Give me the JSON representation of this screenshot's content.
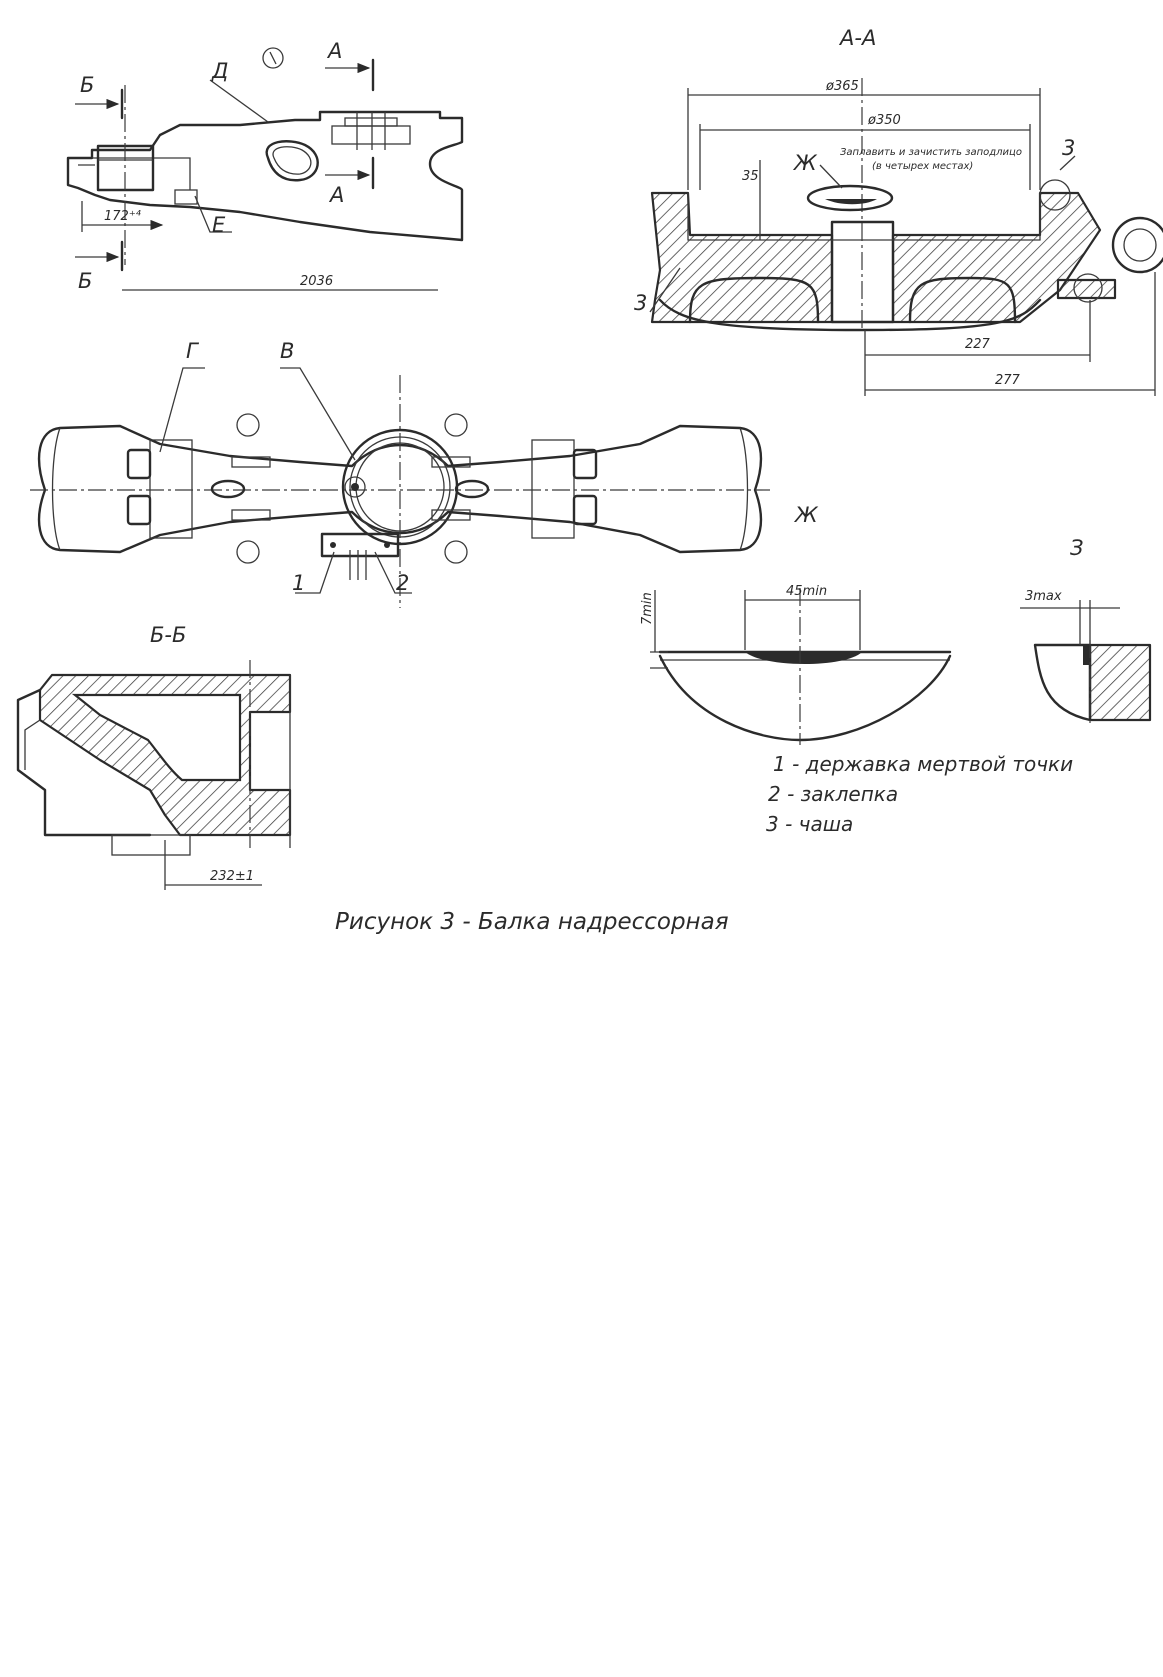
{
  "caption": "Рисунок 3 - Балка надрессорная",
  "legend": [
    "1 - державка мертвой точки",
    "2 - заклепка",
    "3 - чаша"
  ],
  "view_labels": {
    "section_aa": "А-А",
    "section_bb": "Б-Б",
    "detail_zh": "Ж",
    "detail_z": "З"
  },
  "side_view": {
    "label_b_top": "Б",
    "label_b_bottom": "Б",
    "label_a_top": "А",
    "label_a_bottom": "А",
    "label_d": "Д",
    "label_e": "Е",
    "dim_172": "172⁺⁴",
    "dim_2036": "2036"
  },
  "plan_view": {
    "label_g": "Г",
    "label_v": "В",
    "label_1": "1",
    "label_2": "2"
  },
  "section_aa": {
    "dim_365": "ø365",
    "dim_350": "ø350",
    "dim_35": "35",
    "dim_227": "227",
    "dim_277": "277",
    "label_zh": "Ж",
    "label_3_right": "3",
    "label_3_left": "3",
    "note_line1": "Заплавить и зачистить заподлицо",
    "note_line2": "(в четырех местах)"
  },
  "section_bb": {
    "dim_232": "232±1"
  },
  "detail_zh": {
    "dim_45": "45min",
    "dim_7": "7min"
  },
  "detail_z": {
    "dim_3": "3max"
  }
}
